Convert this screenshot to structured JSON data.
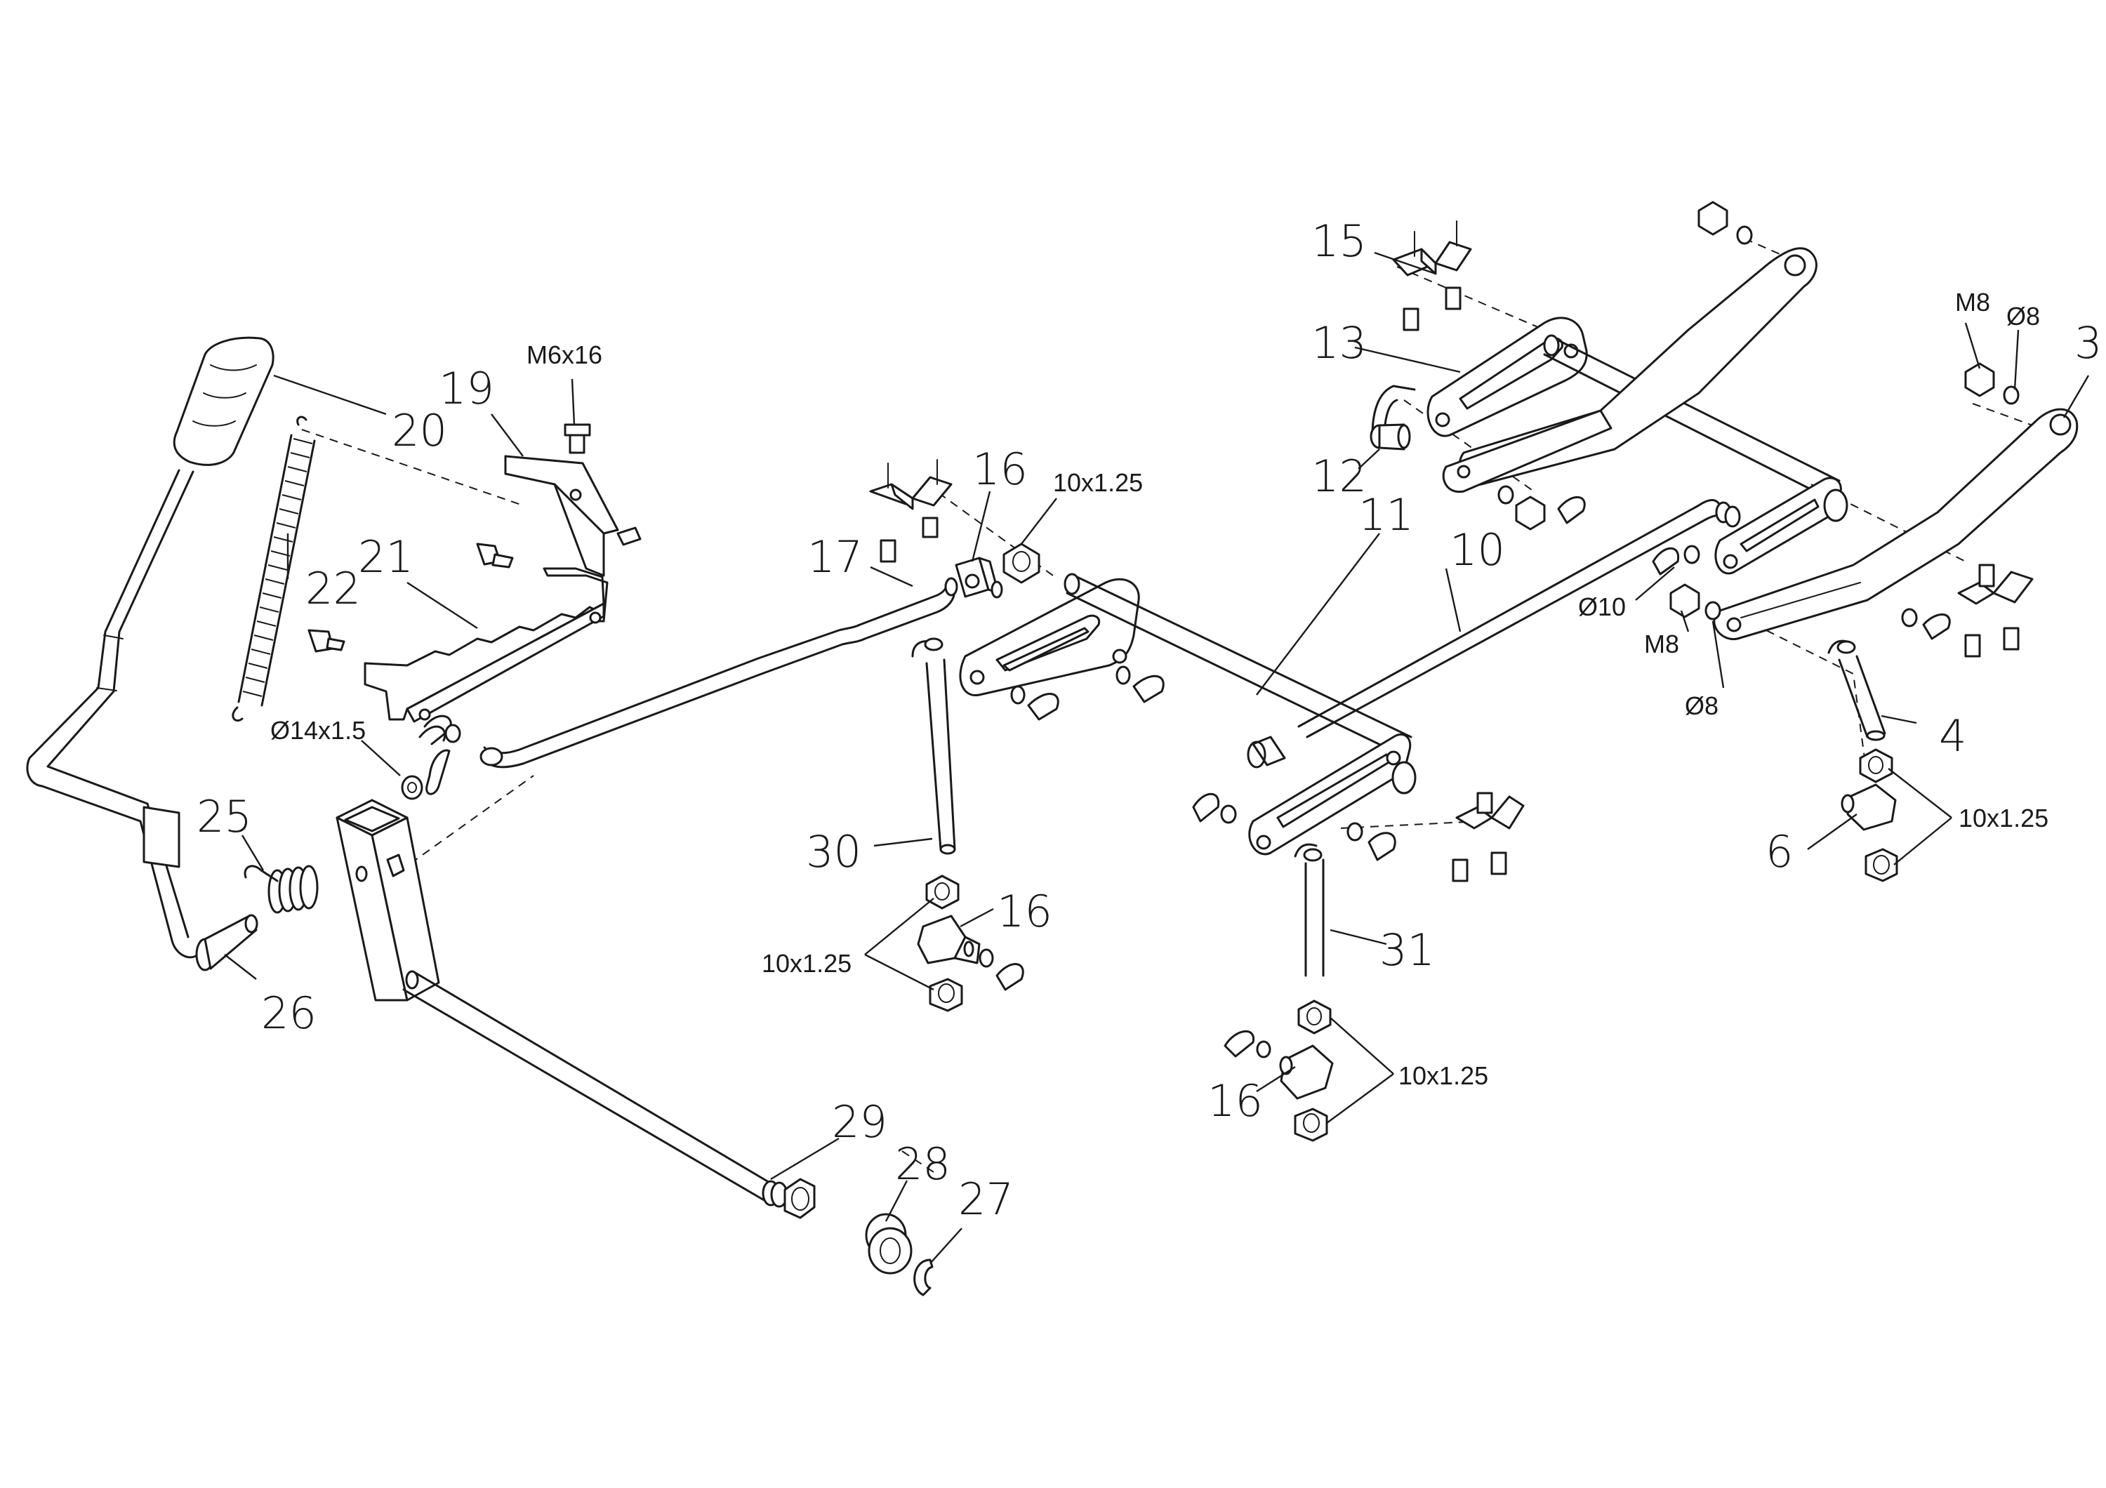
{
  "labels": {
    "n3": "3",
    "n4": "4",
    "n6": "6",
    "n10": "10",
    "n11": "11",
    "n12": "12",
    "n13": "13",
    "n15": "15",
    "n16a": "16",
    "n16b": "16",
    "n16c": "16",
    "n17": "17",
    "n19": "19",
    "n20": "20",
    "n21": "21",
    "n22": "22",
    "n25": "25",
    "n26": "26",
    "n27": "27",
    "n28": "28",
    "n29": "29",
    "n30": "30",
    "n31": "31"
  },
  "specs": {
    "m6x16": "M6x16",
    "d14x15": "Ø14x1.5",
    "t1025_top": "10x1.25",
    "t1025_mid": "10x1.25",
    "t1025_low": "10x1.25",
    "t1025_right": "10x1.25",
    "m8_top": "M8",
    "d8_top": "Ø8",
    "d10": "Ø10",
    "m8_mid": "M8",
    "d8_mid": "Ø8"
  }
}
